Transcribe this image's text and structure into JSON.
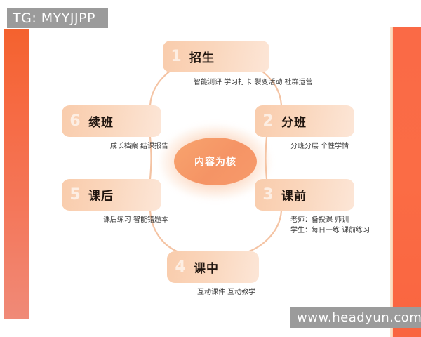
{
  "watermarks": {
    "top": "TG: MYYJJPP",
    "bottom": "www.headyun.com"
  },
  "core": {
    "label": "内容为核"
  },
  "nodes": [
    {
      "num": "1",
      "title": "招生",
      "sub_lines": [
        "智能测评 学习打卡 裂变活动 社群运营"
      ]
    },
    {
      "num": "2",
      "title": "分班",
      "sub_lines": [
        "分班分层 个性学情"
      ]
    },
    {
      "num": "3",
      "title": "课前",
      "sub_lines": [
        "老师：备授课 师训",
        "学生：每日一练 课前练习"
      ]
    },
    {
      "num": "4",
      "title": "课中",
      "sub_lines": [
        "互动课件 互动教学"
      ]
    },
    {
      "num": "5",
      "title": "课后",
      "sub_lines": [
        "课后练习 智能错题本"
      ]
    },
    {
      "num": "6",
      "title": "续班",
      "sub_lines": [
        "成长档案 结课报告"
      ]
    }
  ],
  "colors": {
    "accent_orange": "#F4622E",
    "bar_right": "#FA6A46",
    "pill_start": "#F9CCAC",
    "pill_end": "#FCE6D7",
    "core_orange": "#F59465",
    "connector": "#F5C6A8",
    "watermark_bg": "#9b9b9b"
  }
}
